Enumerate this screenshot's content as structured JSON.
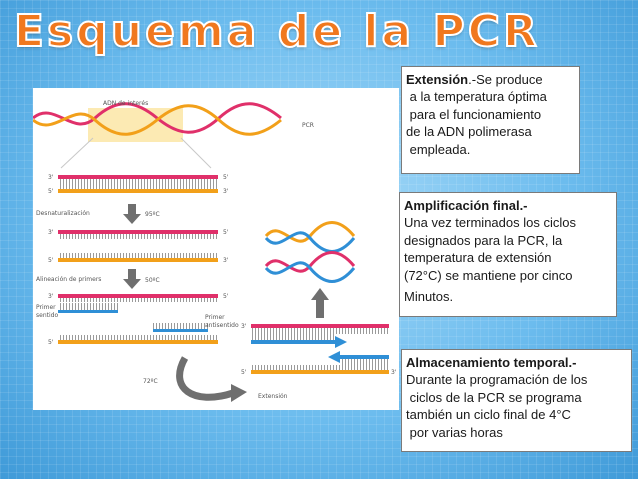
{
  "title": "Esquema de la PCR",
  "figure": {
    "labels": {
      "adn_interes": "ADN de interés",
      "pcr": "PCR",
      "desnaturalizacion": "Desnaturalización",
      "temp_95": "95ºC",
      "alineacion": "Alineación de primers",
      "temp_50": "50ºC",
      "primer_sentido_1": "Primer",
      "primer_sentido_2": "sentido",
      "primer_antisentido_1": "Primer",
      "primer_antisentido_2": "antisentido",
      "temp_72": "72ºC",
      "extension": "Extensión",
      "end_3_a": "3'",
      "end_5_a": "5'",
      "end_3_b": "3'",
      "end_5_b": "5'",
      "end_3_c": "3'",
      "end_5_c": "5'",
      "end_3_d": "3'",
      "end_5_d": "5'",
      "end_3_e": "3'",
      "end_5_e": "5'",
      "end_3_f": "3'",
      "end_5_f": "5'",
      "end_3_g": "3'",
      "end_5_g": "5'"
    },
    "colors": {
      "strand_red": "#e0306a",
      "strand_orange": "#f2a01a",
      "strand_blue": "#2f8fd6",
      "arrow_grey": "#6f6f6f"
    }
  },
  "boxes": {
    "extension": {
      "heading": "Extensión",
      "lines": [
        ".-Se produce",
        " a la temperatura óptima",
        " para el funcionamiento",
        "de la ADN polimerasa",
        " empleada."
      ]
    },
    "amplificacion": {
      "heading": "Amplificación final.-",
      "lines": [
        "Una vez terminados los ciclos",
        "designados para la PCR, la",
        "temperatura de extensión",
        "(72°C) se mantiene por cinco",
        "Minutos."
      ]
    },
    "almacenamiento": {
      "heading": "Almacenamiento temporal.-",
      "lines": [
        "Durante la programación de los",
        " ciclos de la PCR se programa",
        "también un ciclo final de 4°C",
        " por varias horas"
      ]
    }
  }
}
